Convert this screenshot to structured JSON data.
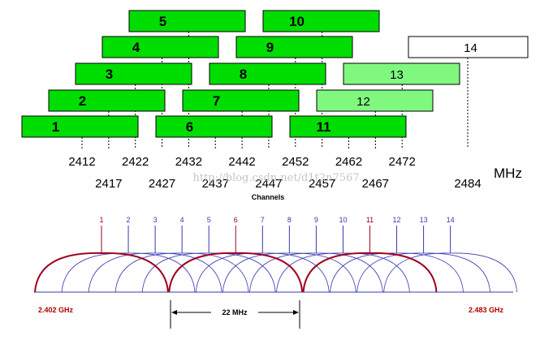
{
  "upper": {
    "channel_labels": [
      "1",
      "2",
      "3",
      "4",
      "5",
      "6",
      "7",
      "8",
      "9",
      "10",
      "11",
      "12",
      "13",
      "14"
    ],
    "frequencies": [
      "2412",
      "2417",
      "2422",
      "2427",
      "2432",
      "2437",
      "2442",
      "2447",
      "2452",
      "2457",
      "2462",
      "2467",
      "2472",
      "2484"
    ],
    "unit": "MHz",
    "axis_title": "Channels",
    "watermark": "http://blog.csdn.net/d1t2n7567",
    "colors": {
      "main": "#00dd00",
      "light": "#80f880",
      "ch14": "#ffffff",
      "outline": "#000000"
    },
    "channel_fill_kind": [
      "main",
      "main",
      "main",
      "main",
      "main",
      "main",
      "main",
      "main",
      "main",
      "main",
      "main",
      "light",
      "light",
      "ch14"
    ]
  },
  "lower": {
    "channel_labels": [
      "1",
      "2",
      "3",
      "4",
      "5",
      "6",
      "7",
      "8",
      "9",
      "10",
      "11",
      "12",
      "13",
      "14"
    ],
    "highlight_channels": [
      1,
      6,
      11
    ],
    "left_edge": "2.402 GHz",
    "right_edge": "2.483 GHz",
    "bandwidth": "22 MHz",
    "colors": {
      "primary": "#a00020",
      "secondary": "#3838b0"
    }
  }
}
